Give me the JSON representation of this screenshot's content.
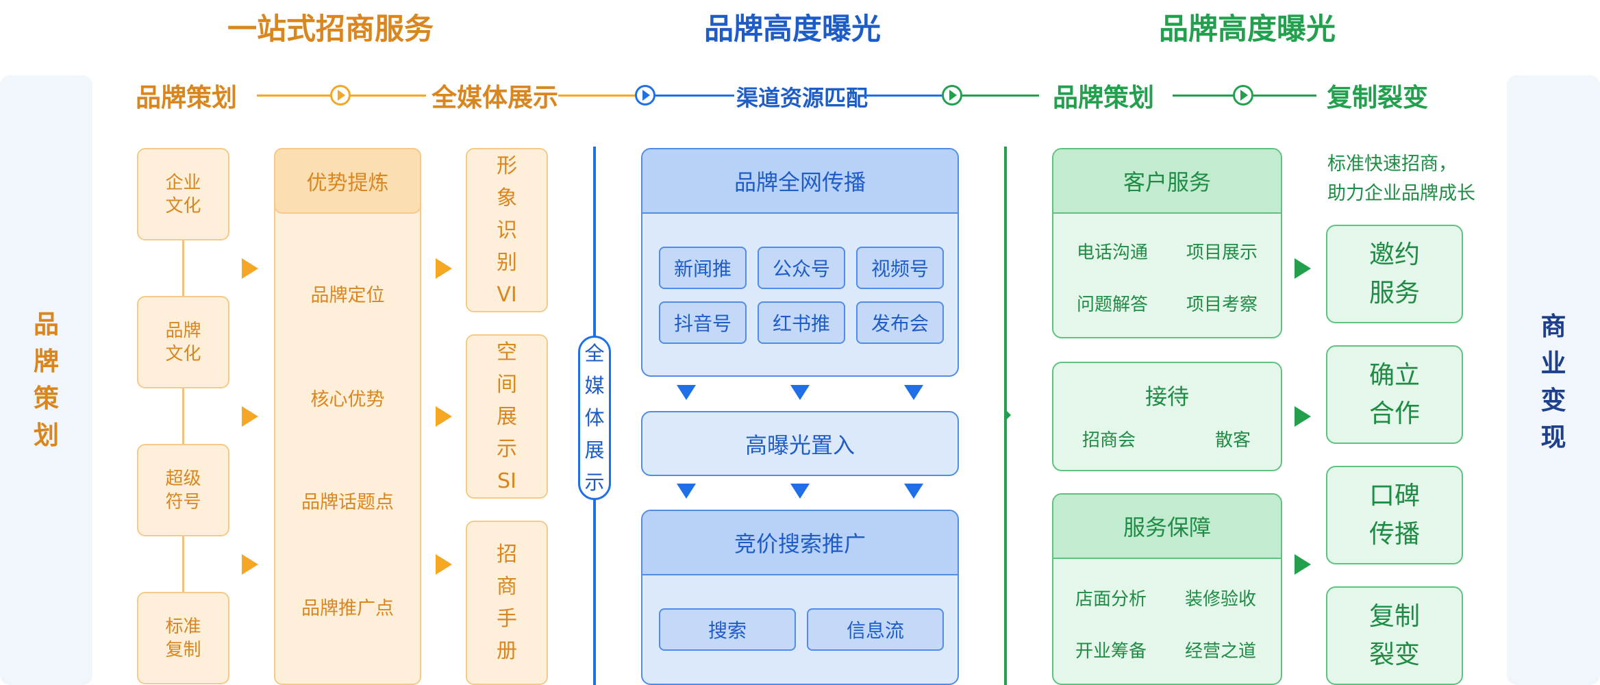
{
  "headings": {
    "one_stop": "一站式招商服务",
    "exposure_1": "品牌高度曝光",
    "exposure_2": "品牌高度曝光"
  },
  "left_sidebar": [
    "品",
    "牌",
    "策",
    "划"
  ],
  "right_sidebar": [
    "商",
    "业",
    "变",
    "现"
  ],
  "timeline": {
    "brand_planning_1": "品牌策划",
    "all_media": "全媒体展示",
    "channel_matching": "渠道资源匹配",
    "brand_planning_2": "品牌策划",
    "replication": "复制裂变"
  },
  "col1": [
    {
      "line1": "企业",
      "line2": "文化"
    },
    {
      "line1": "品牌",
      "line2": "文化"
    },
    {
      "line1": "超级",
      "line2": "符号"
    },
    {
      "line1": "标准",
      "line2": "复制"
    }
  ],
  "col2": {
    "header": "优势提炼",
    "items": [
      "品牌定位",
      "核心优势",
      "品牌话题点",
      "品牌推广点"
    ]
  },
  "col3": [
    [
      "形",
      "象",
      "识",
      "别",
      "VI"
    ],
    [
      "空",
      "间",
      "展",
      "示",
      "SI"
    ],
    [
      "招",
      "商",
      "手",
      "册"
    ]
  ],
  "media_capsule": [
    "全",
    "媒",
    "体",
    "展",
    "示"
  ],
  "blue": {
    "card1": {
      "header": "品牌全网传播",
      "items": [
        "新闻推",
        "公众号",
        "视频号",
        "抖音号",
        "红书推",
        "发布会"
      ]
    },
    "card2": {
      "label": "高曝光置入"
    },
    "card3": {
      "header": "竞价搜索推广",
      "items": [
        "搜索",
        "信息流"
      ]
    }
  },
  "green": {
    "card1": {
      "header": "客户服务",
      "items": [
        "电话沟通",
        "项目展示",
        "问题解答",
        "项目考察"
      ]
    },
    "card2": {
      "header": "接待",
      "items": [
        "招商会",
        "散客"
      ]
    },
    "card3": {
      "header": "服务保障",
      "items": [
        "店面分析",
        "装修验收",
        "开业筹备",
        "经营之道"
      ]
    }
  },
  "slogan": {
    "line1": "标准快速招商，",
    "line2": "助力企业品牌成长"
  },
  "outcomes": [
    {
      "line1": "邀约",
      "line2": "服务"
    },
    {
      "line1": "确立",
      "line2": "合作"
    },
    {
      "line1": "口碑",
      "line2": "传播"
    },
    {
      "line1": "复制",
      "line2": "裂变"
    }
  ],
  "colors": {
    "orange": "#D9861F",
    "blue": "#1E5CC8",
    "green": "#22A04E"
  }
}
